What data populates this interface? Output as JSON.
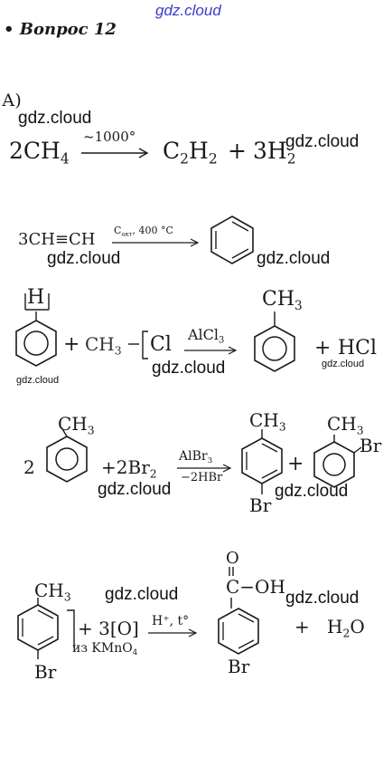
{
  "watermark": "gdz.cloud",
  "heading": "• Вопрос 12",
  "part_label": "А)",
  "eq1": {
    "reactant": "2CH",
    "reactant_sub": "4",
    "condition": "~1000°",
    "p1a": "C",
    "p1s1": "2",
    "p1b": "H",
    "p1s2": "2",
    "plus": "+",
    "p2a": "3H",
    "p2s": "2"
  },
  "eq2": {
    "reactant": "3CH≡CH",
    "condition_c": "C",
    "condition_sub": "акт",
    "condition_t": ", 400 °C"
  },
  "eq3": {
    "h_label": "H",
    "plus": "+",
    "ch3": "CH",
    "ch3_sub": "3",
    "cl": "Cl",
    "catalyst": "AlCl",
    "catalyst_sub": "3",
    "product_ch3": "CH",
    "product_sub": "3",
    "plus2": "+",
    "hcl": "HCl"
  },
  "eq4": {
    "coef": "2",
    "ch3": "CH",
    "ch3_sub": "3",
    "plus": "+",
    "br2": "2Br",
    "br2_sub": "2",
    "catalyst": "AlBr",
    "catalyst_sub": "3",
    "minus": "−2HBr",
    "p1_ch3": "CH",
    "p1_sub": "3",
    "p1_br": "Br",
    "plus2": "+",
    "p2_ch3": "CH",
    "p2_sub": "3",
    "p2_br": "Br"
  },
  "eq5": {
    "ch3": "CH",
    "ch3_sub": "3",
    "br": "Br",
    "oxidant": "+ 3[O]",
    "source": "из KMnO",
    "source_sub": "4",
    "condition": "H⁺, t°",
    "o": "O",
    "c_oh": "C−OH",
    "p_br": "Br",
    "plus": "+",
    "h2o_a": "H",
    "h2o_s": "2",
    "h2o_b": "O"
  }
}
